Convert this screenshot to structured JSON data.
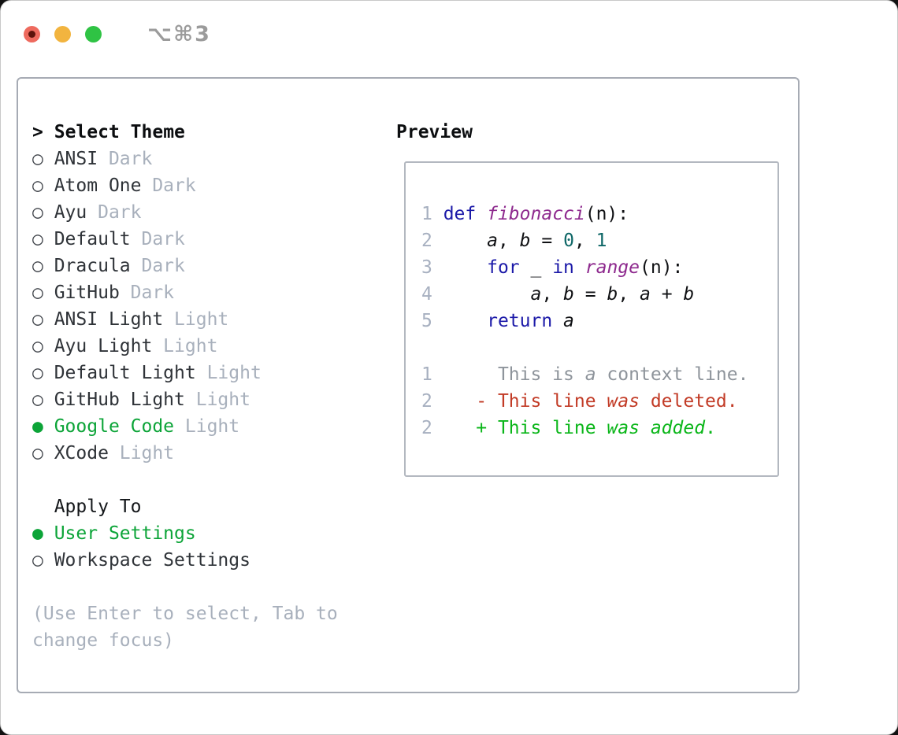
{
  "window": {
    "title": "⌥⌘3",
    "traffic_lights": [
      "close",
      "minimize",
      "zoom"
    ]
  },
  "colors": {
    "selection_green": "#0ca438",
    "diff_added_green": "#0ab619",
    "diff_deleted_red": "#c23b26",
    "keyword_blue": "#1b19a8",
    "function_purple": "#8e2a8e",
    "number_teal": "#0e6767",
    "muted_gray": "#a8b0bc"
  },
  "theme_panel": {
    "header": {
      "prompt": ">",
      "label": "Select Theme"
    },
    "themes": [
      {
        "label": "ANSI",
        "variant": "Dark",
        "selected": false
      },
      {
        "label": "Atom One",
        "variant": "Dark",
        "selected": false
      },
      {
        "label": "Ayu",
        "variant": "Dark",
        "selected": false
      },
      {
        "label": "Default",
        "variant": "Dark",
        "selected": false
      },
      {
        "label": "Dracula",
        "variant": "Dark",
        "selected": false
      },
      {
        "label": "GitHub",
        "variant": "Dark",
        "selected": false
      },
      {
        "label": "ANSI Light",
        "variant": "Light",
        "selected": false
      },
      {
        "label": "Ayu Light",
        "variant": "Light",
        "selected": false
      },
      {
        "label": "Default Light",
        "variant": "Light",
        "selected": false
      },
      {
        "label": "GitHub Light",
        "variant": "Light",
        "selected": false
      },
      {
        "label": "Google Code",
        "variant": "Light",
        "selected": true
      },
      {
        "label": "XCode",
        "variant": "Light",
        "selected": false
      }
    ],
    "apply_to": {
      "label": "Apply To",
      "options": [
        {
          "label": "User Settings",
          "selected": true
        },
        {
          "label": "Workspace Settings",
          "selected": false
        }
      ]
    },
    "help_text": "(Use Enter to select, Tab to change focus)"
  },
  "preview": {
    "title": "Preview",
    "code_lines": [
      {
        "segments": [
          {
            "t": "1 ",
            "c": "ln"
          },
          {
            "t": "def",
            "c": "kw"
          },
          {
            "t": " ",
            "c": ""
          },
          {
            "t": "fibonacci",
            "c": "fn"
          },
          {
            "t": "(n):",
            "c": ""
          }
        ]
      },
      {
        "segments": [
          {
            "t": "2 ",
            "c": "ln"
          },
          {
            "t": "    ",
            "c": ""
          },
          {
            "t": "a",
            "c": "it"
          },
          {
            "t": ", ",
            "c": ""
          },
          {
            "t": "b",
            "c": "it"
          },
          {
            "t": " = ",
            "c": ""
          },
          {
            "t": "0",
            "c": "nu"
          },
          {
            "t": ", ",
            "c": ""
          },
          {
            "t": "1",
            "c": "nu"
          }
        ]
      },
      {
        "segments": [
          {
            "t": "3 ",
            "c": "ln"
          },
          {
            "t": "    ",
            "c": ""
          },
          {
            "t": "for",
            "c": "kw"
          },
          {
            "t": " _ ",
            "c": ""
          },
          {
            "t": "in",
            "c": "kw"
          },
          {
            "t": " ",
            "c": ""
          },
          {
            "t": "range",
            "c": "fn"
          },
          {
            "t": "(n):",
            "c": ""
          }
        ]
      },
      {
        "segments": [
          {
            "t": "4 ",
            "c": "ln"
          },
          {
            "t": "        ",
            "c": ""
          },
          {
            "t": "a",
            "c": "it"
          },
          {
            "t": ", ",
            "c": ""
          },
          {
            "t": "b",
            "c": "it"
          },
          {
            "t": " = ",
            "c": ""
          },
          {
            "t": "b",
            "c": "it"
          },
          {
            "t": ", ",
            "c": ""
          },
          {
            "t": "a",
            "c": "it"
          },
          {
            "t": " + ",
            "c": ""
          },
          {
            "t": "b",
            "c": "it"
          }
        ]
      },
      {
        "segments": [
          {
            "t": "5 ",
            "c": "ln"
          },
          {
            "t": "    ",
            "c": ""
          },
          {
            "t": "return",
            "c": "kw"
          },
          {
            "t": " ",
            "c": ""
          },
          {
            "t": "a",
            "c": "it"
          }
        ]
      },
      {
        "blank": true
      },
      {
        "segments": [
          {
            "t": "1 ",
            "c": "ln"
          },
          {
            "t": "     This is ",
            "c": "ctx"
          },
          {
            "t": "a",
            "c": "ctx it2"
          },
          {
            "t": " context line.",
            "c": "ctx"
          }
        ]
      },
      {
        "segments": [
          {
            "t": "2 ",
            "c": "ln"
          },
          {
            "t": "   - This line ",
            "c": "del"
          },
          {
            "t": "was",
            "c": "del it2"
          },
          {
            "t": " deleted.",
            "c": "del"
          }
        ]
      },
      {
        "segments": [
          {
            "t": "2 ",
            "c": "ln"
          },
          {
            "t": "   + This line ",
            "c": "add"
          },
          {
            "t": "was",
            "c": "add it2"
          },
          {
            "t": " ",
            "c": "add"
          },
          {
            "t": "added",
            "c": "add it2"
          },
          {
            "t": ".",
            "c": "add"
          }
        ]
      }
    ]
  }
}
